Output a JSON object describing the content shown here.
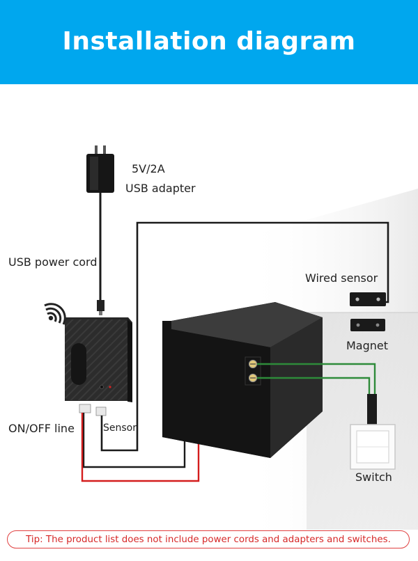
{
  "header": {
    "title": "Installation diagram"
  },
  "labels": {
    "adapter_rating": "5V/2A",
    "adapter_name": "USB adapter",
    "power_cord": "USB power cord",
    "wired_sensor": "Wired sensor",
    "magnet": "Magnet",
    "on_off_line": "ON/OFF line",
    "sensor": "Sensor",
    "switch": "Switch"
  },
  "tip": {
    "text": "Tip: The product list does not include power cords and adapters and switches."
  },
  "colors": {
    "header_bg": "#00a7ee",
    "wire_black": "#1a1a1a",
    "wire_red": "#d41d1d",
    "wire_green": "#2e8b3a",
    "device": "#2a2a2a",
    "tip_border": "#e04040"
  },
  "icons": [
    "wifi-icon"
  ]
}
